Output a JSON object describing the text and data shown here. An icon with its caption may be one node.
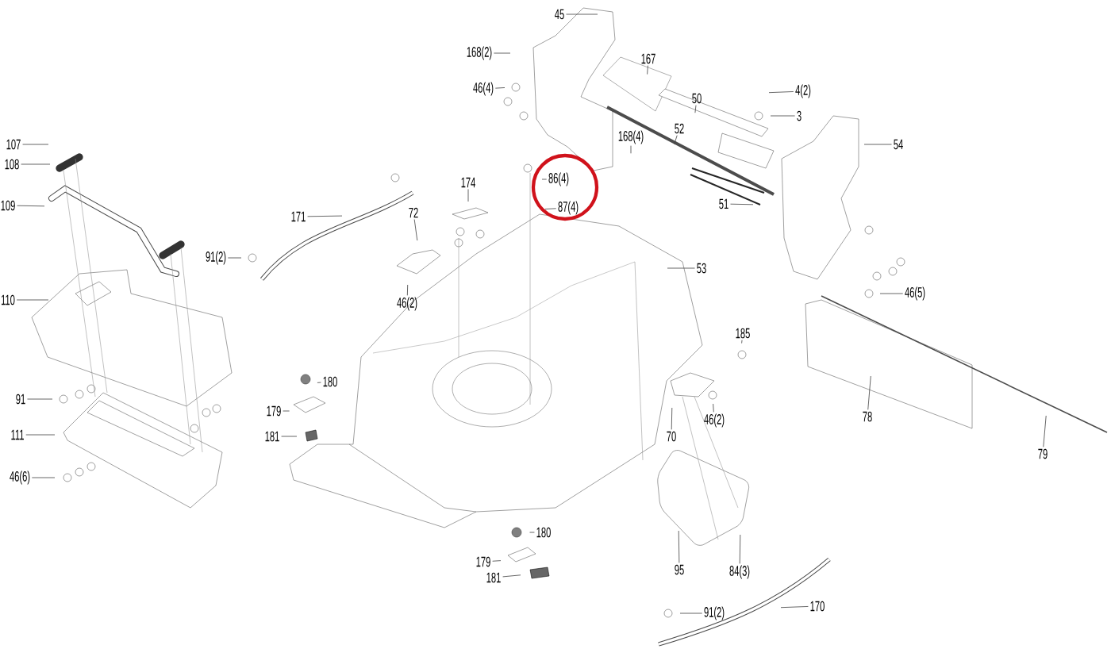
{
  "diagram": {
    "nodes": [
      {
        "text": [
          "45"
        ]
      },
      {
        "text": [
          "168(2)"
        ]
      },
      {
        "text": [
          "46(4)"
        ]
      },
      {
        "text": [
          "167"
        ]
      },
      {
        "text": [
          "4(2)"
        ]
      },
      {
        "text": [
          "50"
        ]
      },
      {
        "text": [
          "3"
        ]
      },
      {
        "text": [
          "168(4)"
        ]
      },
      {
        "text": [
          "52"
        ]
      },
      {
        "text": [
          "54"
        ]
      },
      {
        "text": [
          "86(4)"
        ]
      },
      {
        "text": [
          "87(4)"
        ]
      },
      {
        "text": [
          "174"
        ]
      },
      {
        "text": [
          "107"
        ]
      },
      {
        "text": [
          "108"
        ]
      },
      {
        "text": [
          "109"
        ]
      },
      {
        "text": [
          "171"
        ]
      },
      {
        "text": [
          "72"
        ]
      },
      {
        "text": [
          "51"
        ]
      },
      {
        "text": [
          "91(2)"
        ]
      },
      {
        "text": [
          "53"
        ]
      },
      {
        "text": [
          "46(2)"
        ]
      },
      {
        "text": [
          "110"
        ]
      },
      {
        "text": [
          "46(5)"
        ]
      },
      {
        "text": [
          "185"
        ]
      },
      {
        "text": [
          "180"
        ]
      },
      {
        "text": [
          "91"
        ]
      },
      {
        "text": [
          "179"
        ]
      },
      {
        "text": [
          "46(2)"
        ]
      },
      {
        "text": [
          "78"
        ]
      },
      {
        "text": [
          "70"
        ]
      },
      {
        "text": [
          "181"
        ]
      },
      {
        "text": [
          "111"
        ]
      },
      {
        "text": [
          "79"
        ]
      },
      {
        "text": [
          "46(6)"
        ]
      },
      {
        "text": [
          "180"
        ]
      },
      {
        "text": [
          "179"
        ]
      },
      {
        "text": [
          "95"
        ]
      },
      {
        "text": [
          "84(3)"
        ]
      },
      {
        "text": [
          "181"
        ]
      },
      {
        "text": [
          "91(2)"
        ]
      },
      {
        "text": [
          "170"
        ]
      }
    ],
    "edges": [
      {
        "from": 0,
        "to": null,
        "arrow": "none"
      },
      {
        "from": 1,
        "to": null,
        "arrow": "none"
      },
      {
        "from": 2,
        "to": null,
        "arrow": "none"
      },
      {
        "from": 3,
        "to": null,
        "arrow": "none"
      },
      {
        "from": 4,
        "to": null,
        "arrow": "none"
      },
      {
        "from": 5,
        "to": null,
        "arrow": "none"
      },
      {
        "from": 6,
        "to": null,
        "arrow": "none"
      },
      {
        "from": 7,
        "to": null,
        "arrow": "none"
      },
      {
        "from": 8,
        "to": null,
        "arrow": "none"
      },
      {
        "from": 9,
        "to": null,
        "arrow": "none"
      },
      {
        "from": 10,
        "to": null,
        "arrow": "none"
      },
      {
        "from": 11,
        "to": null,
        "arrow": "none"
      },
      {
        "from": 12,
        "to": null,
        "arrow": "none"
      },
      {
        "from": 13,
        "to": null,
        "arrow": "none"
      },
      {
        "from": 14,
        "to": null,
        "arrow": "none"
      },
      {
        "from": 15,
        "to": null,
        "arrow": "none"
      },
      {
        "from": 16,
        "to": null,
        "arrow": "none"
      },
      {
        "from": 17,
        "to": null,
        "arrow": "none"
      },
      {
        "from": 18,
        "to": null,
        "arrow": "none"
      },
      {
        "from": 19,
        "to": null,
        "arrow": "none"
      },
      {
        "from": 20,
        "to": null,
        "arrow": "none"
      },
      {
        "from": 21,
        "to": null,
        "arrow": "none"
      },
      {
        "from": 22,
        "to": null,
        "arrow": "none"
      },
      {
        "from": 23,
        "to": null,
        "arrow": "none"
      },
      {
        "from": 24,
        "to": null,
        "arrow": "none"
      },
      {
        "from": 25,
        "to": null,
        "arrow": "none"
      },
      {
        "from": 26,
        "to": null,
        "arrow": "none"
      },
      {
        "from": 27,
        "to": null,
        "arrow": "none"
      },
      {
        "from": 28,
        "to": null,
        "arrow": "none"
      },
      {
        "from": 29,
        "to": null,
        "arrow": "none"
      },
      {
        "from": 30,
        "to": null,
        "arrow": "none"
      },
      {
        "from": 31,
        "to": null,
        "arrow": "none"
      },
      {
        "from": 32,
        "to": null,
        "arrow": "none"
      },
      {
        "from": 33,
        "to": null,
        "arrow": "none"
      },
      {
        "from": 34,
        "to": null,
        "arrow": "none"
      },
      {
        "from": 35,
        "to": null,
        "arrow": "none"
      },
      {
        "from": 36,
        "to": null,
        "arrow": "none"
      },
      {
        "from": 37,
        "to": null,
        "arrow": "none"
      },
      {
        "from": 38,
        "to": null,
        "arrow": "none"
      },
      {
        "from": 39,
        "to": null,
        "arrow": "none"
      },
      {
        "from": 40,
        "to": null,
        "arrow": "none"
      },
      {
        "from": 41,
        "to": null,
        "arrow": "none"
      }
    ]
  }
}
